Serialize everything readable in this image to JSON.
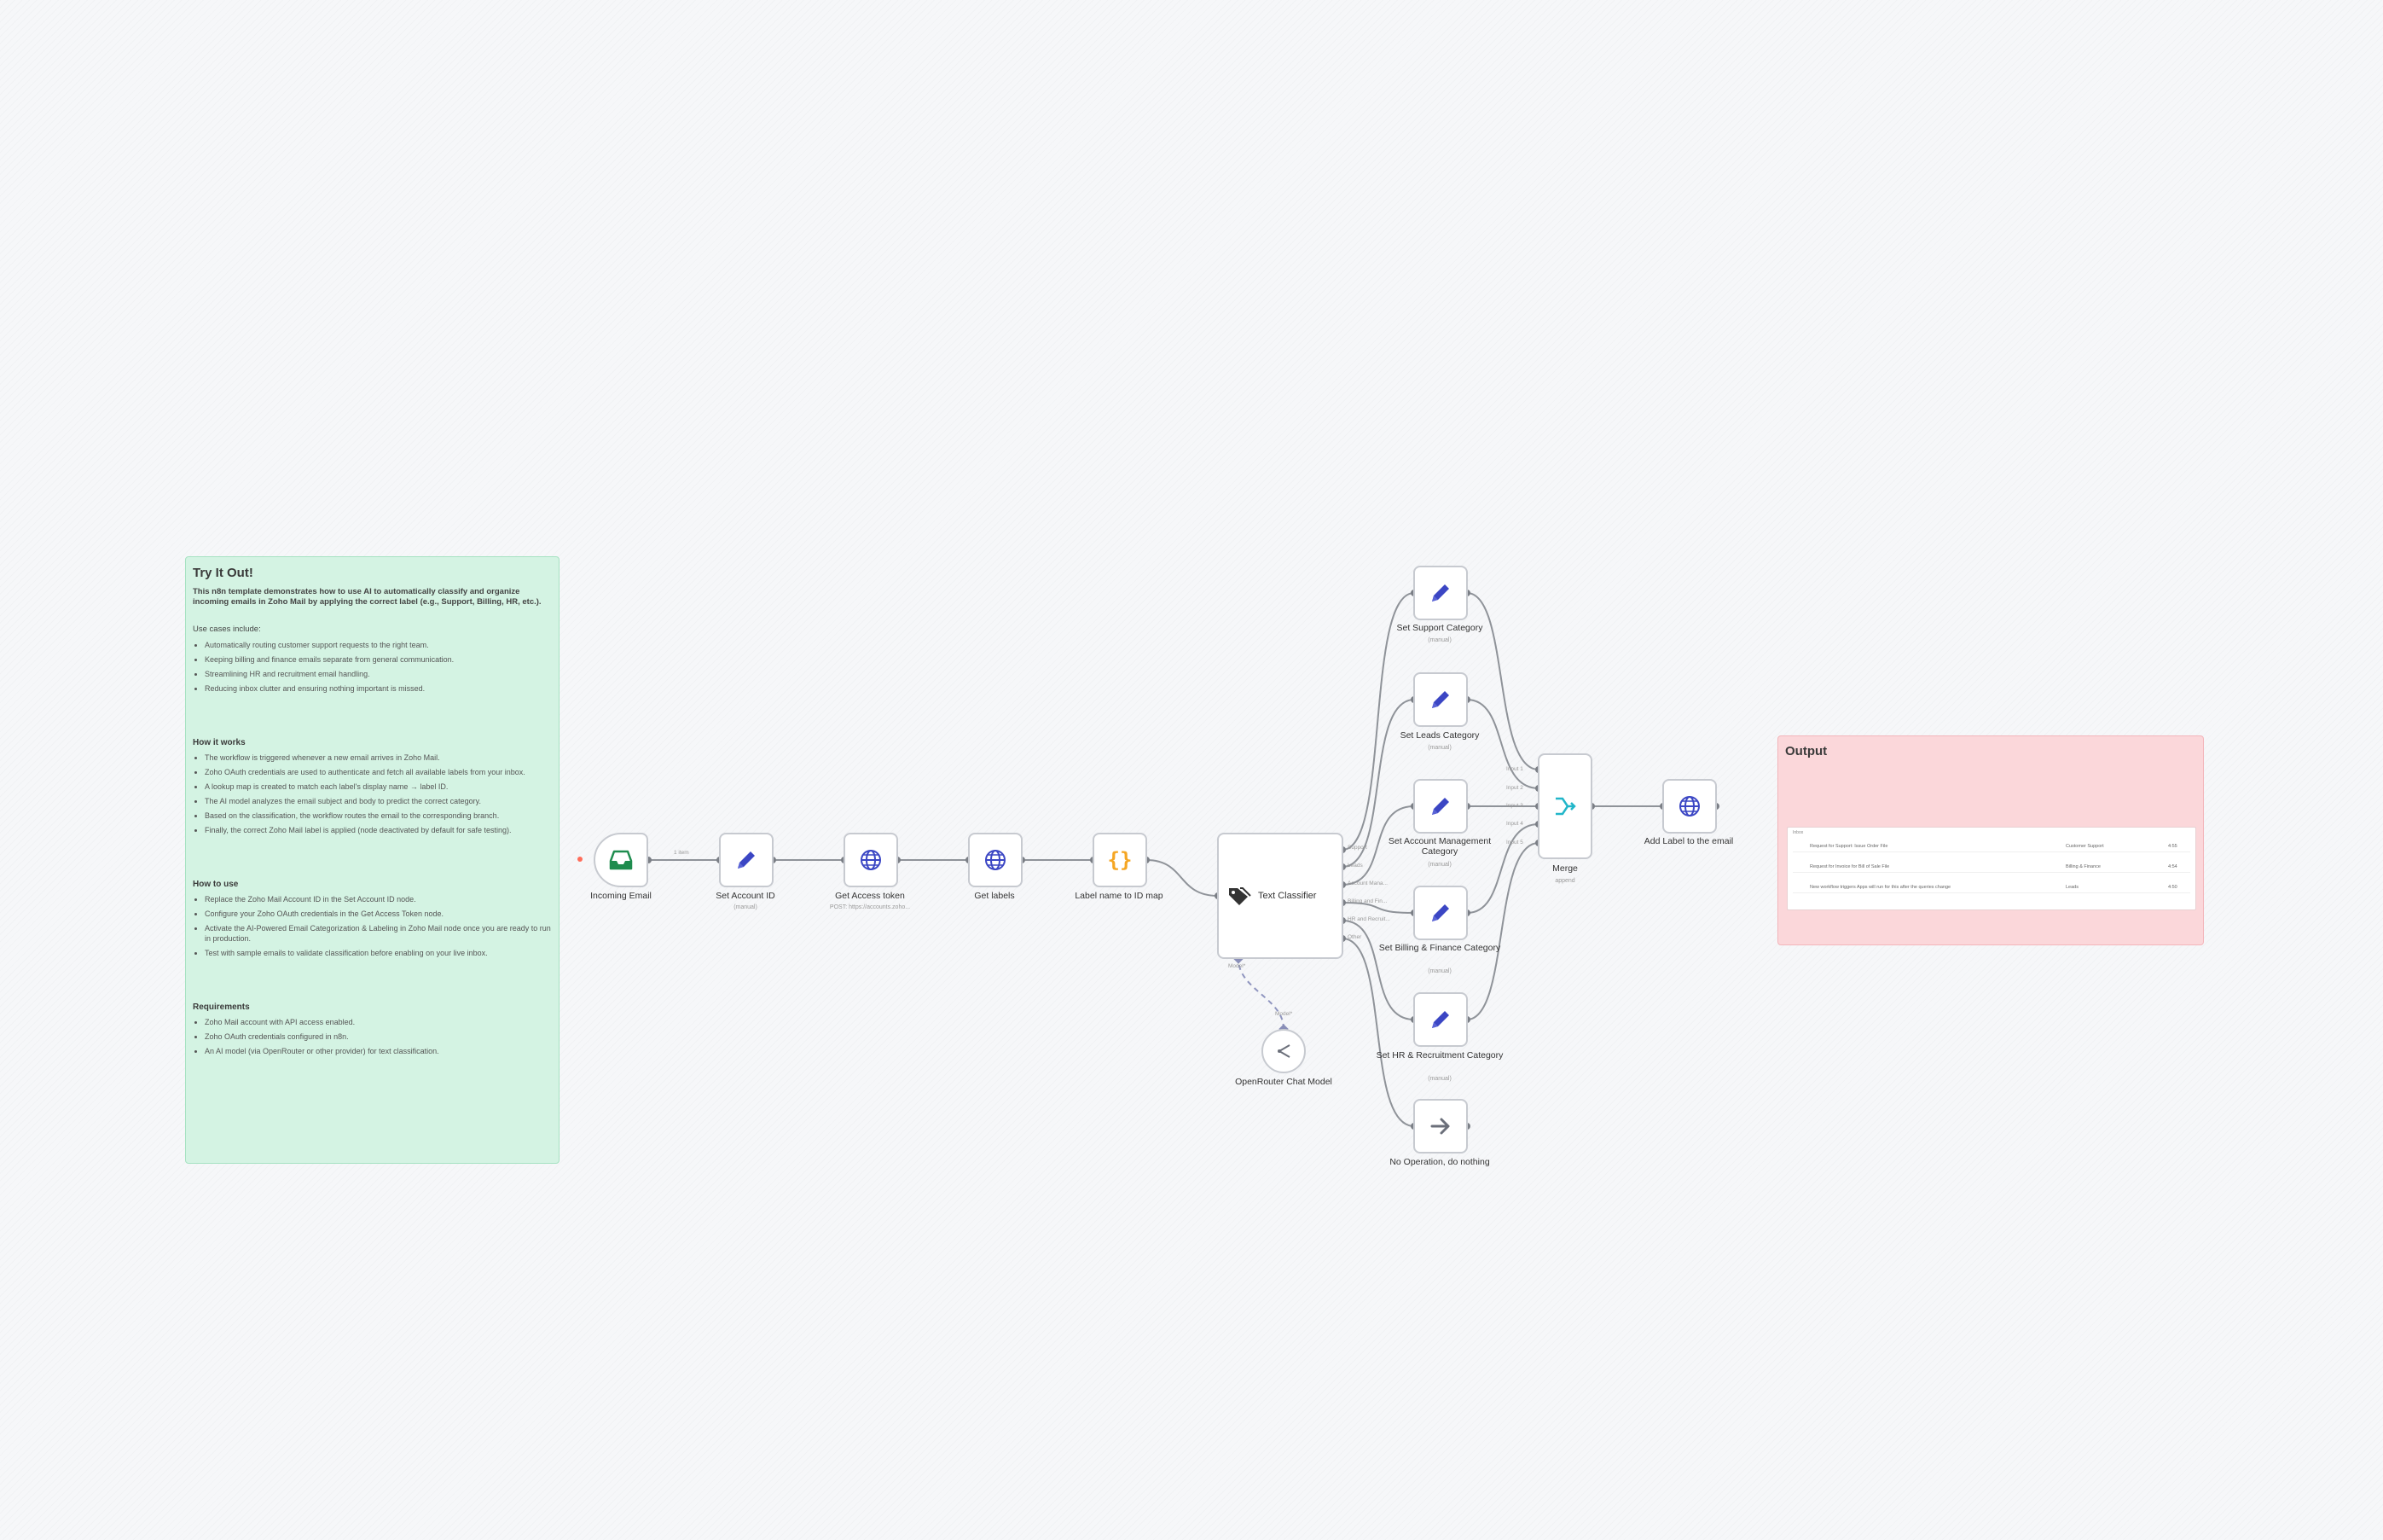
{
  "colors": {
    "sticky_green": "#d4f3e3",
    "sticky_red": "#fbd7da",
    "pencil_icon": "#3b46c4",
    "globe_icon": "#3b46c4",
    "code_icon": "#f5a623",
    "merge_icon": "#22b6c9",
    "trigger_icon": "#1e8c4e"
  },
  "sticky_intro": {
    "title": "Try It Out!",
    "intro": "This n8n template demonstrates how to use AI to automatically classify and organize incoming emails in Zoho Mail by applying the correct label (e.g., Support, Billing, HR, etc.).",
    "use_cases_heading": "Use cases include:",
    "use_cases": [
      "Automatically routing customer support requests to the right team.",
      "Keeping billing and finance emails separate from general communication.",
      "Streamlining HR and recruitment email handling.",
      "Reducing inbox clutter and ensuring nothing important is missed."
    ],
    "how_it_works_heading": "How it works",
    "how_it_works": [
      "The workflow is triggered whenever a new email arrives in Zoho Mail.",
      "Zoho OAuth credentials are used to authenticate and fetch all available labels from your inbox.",
      "A lookup map is created to match each label's display name → label ID.",
      "The AI model analyzes the email subject and body to predict the correct category.",
      "Based on the classification, the workflow routes the email to the corresponding branch.",
      "Finally, the correct Zoho Mail label is applied (node deactivated by default for safe testing)."
    ],
    "how_to_use_heading": "How to use",
    "how_to_use": [
      "Replace the Zoho Mail Account ID in the Set Account ID node.",
      "Configure your Zoho OAuth credentials in the Get Access Token node.",
      "Activate the AI-Powered Email Categorization & Labeling in Zoho Mail node once you are ready to run in production.",
      "Test with sample emails to validate classification before enabling on your live inbox."
    ],
    "requirements_heading": "Requirements",
    "requirements": [
      "Zoho Mail account with API access enabled.",
      "Zoho OAuth credentials configured in n8n.",
      "An AI model (via OpenRouter or other provider) for text classification."
    ]
  },
  "sticky_output": {
    "title": "Output",
    "table_header": "Inbox",
    "rows": [
      {
        "subject": "Request for Support: Issue Order File",
        "tag": "Customer Support",
        "time": "4:55"
      },
      {
        "subject": "Request for Invoice for Bill of Sale File",
        "tag": "Billing & Finance",
        "time": "4:54"
      },
      {
        "subject": "New workflow triggers Apps will run for this after the queries change",
        "tag": "Leads",
        "time": "4:50"
      }
    ]
  },
  "nodes": {
    "incoming_email": {
      "label": "Incoming Email"
    },
    "set_account_id": {
      "label": "Set Account ID",
      "sub": "(manual)"
    },
    "get_access_token": {
      "label": "Get Access token",
      "sub": "POST: https://accounts.zoho..."
    },
    "get_labels": {
      "label": "Get labels"
    },
    "label_map": {
      "label": "Label name to ID map"
    },
    "text_classifier": {
      "label": "Text Classifier"
    },
    "openrouter": {
      "label": "OpenRouter Chat Model"
    },
    "set_support": {
      "label": "Set Support Category",
      "sub": "(manual)"
    },
    "set_leads": {
      "label": "Set Leads Category",
      "sub": "(manual)"
    },
    "set_account_mgmt": {
      "label": "Set Account Management Category",
      "sub": "(manual)"
    },
    "set_billing": {
      "label": "Set Billing & Finance Category",
      "sub": "(manual)"
    },
    "set_hr": {
      "label": "Set HR & Recruitment Category",
      "sub": "(manual)"
    },
    "no_op": {
      "label": "No Operation, do nothing"
    },
    "merge": {
      "label": "Merge",
      "sub": "append"
    },
    "add_label": {
      "label": "Add Label to the email"
    }
  },
  "edge_labels": {
    "items": "1 item",
    "model": "Model*",
    "classes": [
      "Support",
      "Leads",
      "Account Mana...",
      "Billing and Fin...",
      "HR and Recruit...",
      "Other"
    ],
    "merge_inputs": [
      "Input 1",
      "Input 2",
      "Input 3",
      "Input 4",
      "Input 5"
    ]
  }
}
